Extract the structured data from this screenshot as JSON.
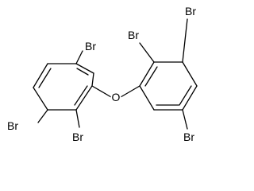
{
  "molecule": {
    "atoms": {
      "br_left_top": "Br",
      "br_left_bottom_left": "Br",
      "br_left_bottom_right": "Br",
      "oxygen": "O",
      "br_right_top_left": "Br",
      "br_right_top_right": "Br",
      "br_right_bottom": "Br"
    }
  }
}
